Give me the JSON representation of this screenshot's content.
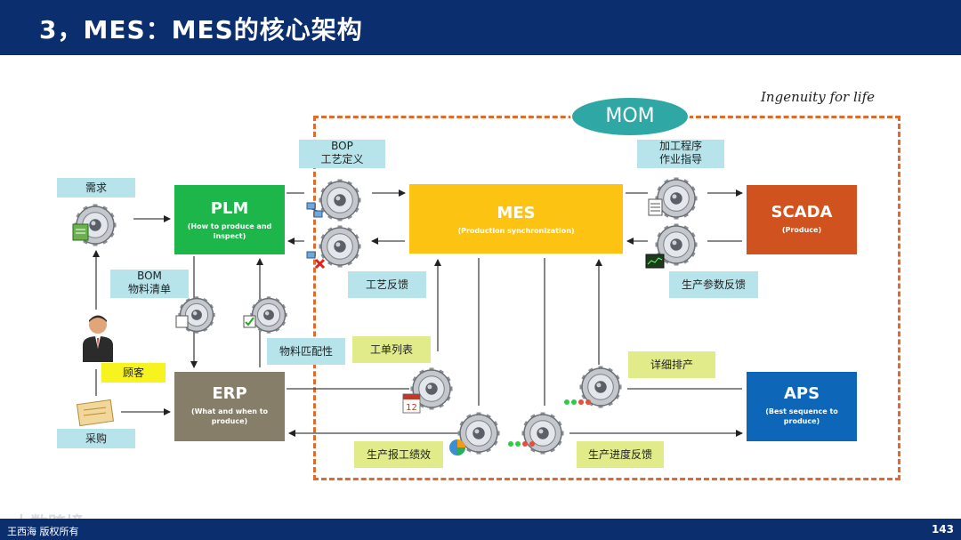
{
  "header": {
    "title": "3，MES：MES的核心架构"
  },
  "footer": {
    "author": "王西海 版权所有",
    "page": "143",
    "watermark": "大数跨境"
  },
  "slogan": "Ingenuity for life",
  "mom": {
    "label": "MOM"
  },
  "systems": {
    "plm": {
      "name": "PLM",
      "sub": "(How to produce and inspect)"
    },
    "mes": {
      "name": "MES",
      "sub": "(Production synchronization)"
    },
    "scada": {
      "name": "SCADA",
      "sub": "(Produce)"
    },
    "erp": {
      "name": "ERP",
      "sub": "(What and when to produce)"
    },
    "aps": {
      "name": "APS",
      "sub": "(Best sequence to produce)"
    }
  },
  "labels": {
    "demand": "需求",
    "bom_line1": "BOM",
    "bom_line2": "物料清单",
    "customer": "顾客",
    "purchase": "采购",
    "bop_line1": "BOP",
    "bop_line2": "工艺定义",
    "process_feedback": "工艺反馈",
    "material_match": "物料匹配性",
    "work_order_list": "工单列表",
    "work_report": "生产报工绩效",
    "progress_feedback": "生产进度反馈",
    "detailed_schedule": "详细排产",
    "instruction_line1": "加工程序",
    "instruction_line2": "作业指导",
    "param_feedback": "生产参数反馈"
  },
  "colors": {
    "header": "#0b2e6f",
    "plm": "#1db64b",
    "mes": "#fcc312",
    "scada": "#d0531f",
    "erp": "#867e68",
    "aps": "#0e66b8",
    "mom_border": "#e06a2c",
    "mom_pill": "#2fa7a4",
    "label_cyan": "#b7e4eb",
    "label_yellow": "#e1eb8a"
  }
}
